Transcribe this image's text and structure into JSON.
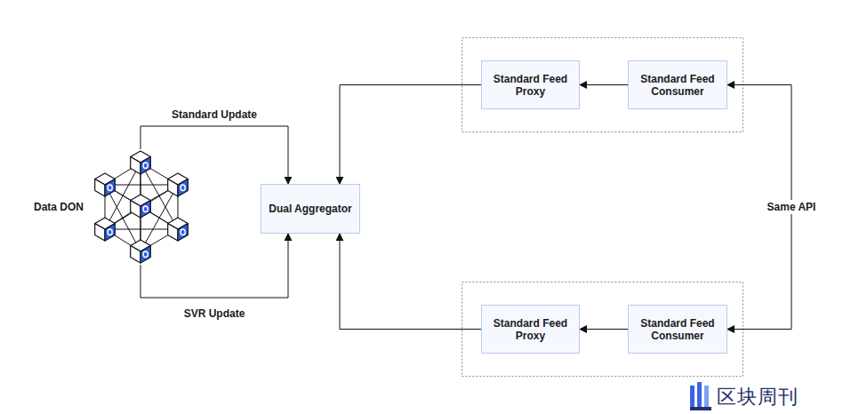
{
  "diagram": {
    "nodes": [
      {
        "text": [
          "Data DON"
        ]
      },
      {
        "text": [
          "Dual Aggregator"
        ]
      },
      {
        "text": [
          "Standard Feed Proxy"
        ]
      },
      {
        "text": [
          "Standard Feed Consumer"
        ]
      },
      {
        "text": [
          "Standard Feed Proxy"
        ]
      },
      {
        "text": [
          "Standard Feed Consumer"
        ]
      }
    ],
    "edges": [
      {
        "from": 0,
        "to": 1,
        "label": "Standard Update",
        "arrow": "to"
      },
      {
        "from": 0,
        "to": 1,
        "label": "SVR Update",
        "arrow": "to"
      },
      {
        "from": 3,
        "to": 2,
        "arrow": "to"
      },
      {
        "from": 2,
        "to": 1,
        "arrow": "to"
      },
      {
        "from": 5,
        "to": 4,
        "arrow": "to"
      },
      {
        "from": 4,
        "to": 1,
        "arrow": "to"
      },
      {
        "from": 3,
        "to": 5,
        "label": "Same API",
        "arrow": "both"
      }
    ],
    "labels": [
      "区块周刊"
    ]
  }
}
